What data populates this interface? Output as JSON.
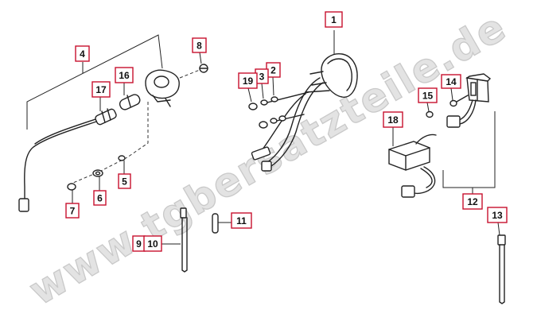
{
  "diagram": {
    "watermark": "www.tgbersatzteile.de",
    "callouts": [
      {
        "key": "c1",
        "label": "1"
      },
      {
        "key": "c2",
        "label": "2"
      },
      {
        "key": "c3",
        "label": "3"
      },
      {
        "key": "c4",
        "label": "4"
      },
      {
        "key": "c5",
        "label": "5"
      },
      {
        "key": "c6",
        "label": "6"
      },
      {
        "key": "c7",
        "label": "7"
      },
      {
        "key": "c8",
        "label": "8"
      },
      {
        "key": "c9",
        "label": "9"
      },
      {
        "key": "c10",
        "label": "10"
      },
      {
        "key": "c11",
        "label": "11"
      },
      {
        "key": "c12",
        "label": "12"
      },
      {
        "key": "c13",
        "label": "13"
      },
      {
        "key": "c14",
        "label": "14"
      },
      {
        "key": "c15",
        "label": "15"
      },
      {
        "key": "c16",
        "label": "16"
      },
      {
        "key": "c17",
        "label": "17"
      },
      {
        "key": "c18",
        "label": "18"
      },
      {
        "key": "c19",
        "label": "19"
      }
    ],
    "colors": {
      "callout_border": "#c8102e",
      "line_art": "#222222",
      "watermark": "#e3e3e3"
    }
  }
}
